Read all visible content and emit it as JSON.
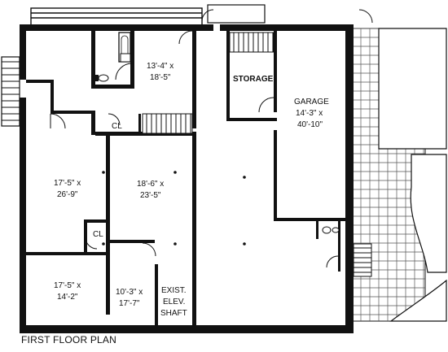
{
  "title": "FIRST FLOOR PLAN",
  "rooms": [
    {
      "id": "bedroom-top",
      "name": "",
      "dims": [
        "13'-4\" x",
        "18'-5\""
      ]
    },
    {
      "id": "storage",
      "name": "STORAGE",
      "dims": []
    },
    {
      "id": "garage",
      "name": "GARAGE",
      "dims": [
        "14'-3\" x",
        "40'-10\""
      ]
    },
    {
      "id": "closet-upper",
      "name": "CL",
      "dims": []
    },
    {
      "id": "room-left",
      "name": "",
      "dims": [
        "17'-5\" x",
        "26'-9\""
      ]
    },
    {
      "id": "room-center",
      "name": "",
      "dims": [
        "18'-6\" x",
        "23'-5\""
      ]
    },
    {
      "id": "closet-lower",
      "name": "CL",
      "dims": []
    },
    {
      "id": "room-bottom-left",
      "name": "",
      "dims": [
        "17'-5\" x",
        "14'-2\""
      ]
    },
    {
      "id": "room-bottom-mid",
      "name": "",
      "dims": [
        "10'-3\" x",
        "17'-7\""
      ]
    },
    {
      "id": "elevator-shaft",
      "name": "",
      "dims": [
        "EXIST.",
        "ELEV.",
        "SHAFT"
      ]
    }
  ]
}
